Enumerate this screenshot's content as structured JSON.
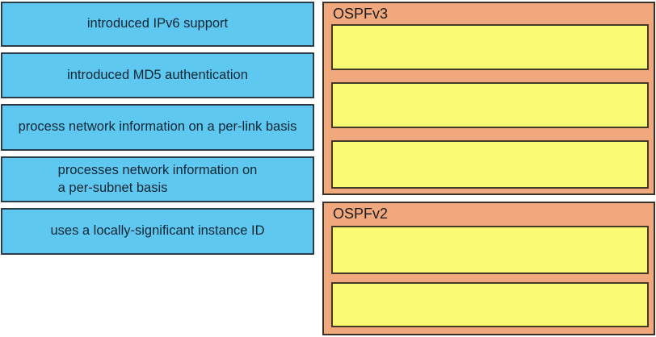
{
  "colors": {
    "background": "#ffffff",
    "drag_fill": "#5ec8f0",
    "drag_border": "#2b3b47",
    "drag_text": "#0d2634",
    "group_fill": "#f1a87c",
    "group_border": "#39302a",
    "slot_fill": "#fcf974",
    "slot_border": "#403a26",
    "title_text": "#1d1d1d"
  },
  "drag_items": [
    {
      "label": "introduced IPv6 support"
    },
    {
      "label": "introduced MD5 authentication"
    },
    {
      "label": "process network information on a per-link basis"
    },
    {
      "label": "processes network information on\na per-subnet basis"
    },
    {
      "label": "uses a locally-significant instance ID"
    }
  ],
  "drop_groups": [
    {
      "title": "OSPFv3",
      "slot_count": 3
    },
    {
      "title": "OSPFv2",
      "slot_count": 2
    }
  ]
}
